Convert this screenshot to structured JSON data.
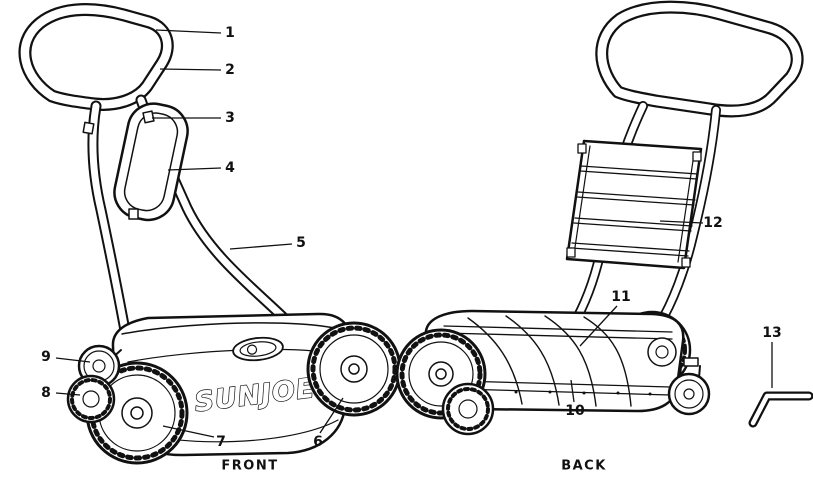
{
  "page": {
    "background": "#ffffff",
    "ink": "#111111"
  },
  "views": {
    "front": {
      "label": "FRONT"
    },
    "back": {
      "label": "BACK"
    }
  },
  "brand": {
    "deck_text": "SUNJOE"
  },
  "callouts": [
    "1",
    "2",
    "3",
    "4",
    "5",
    "6",
    "7",
    "8",
    "9",
    "10",
    "11",
    "12",
    "13"
  ]
}
